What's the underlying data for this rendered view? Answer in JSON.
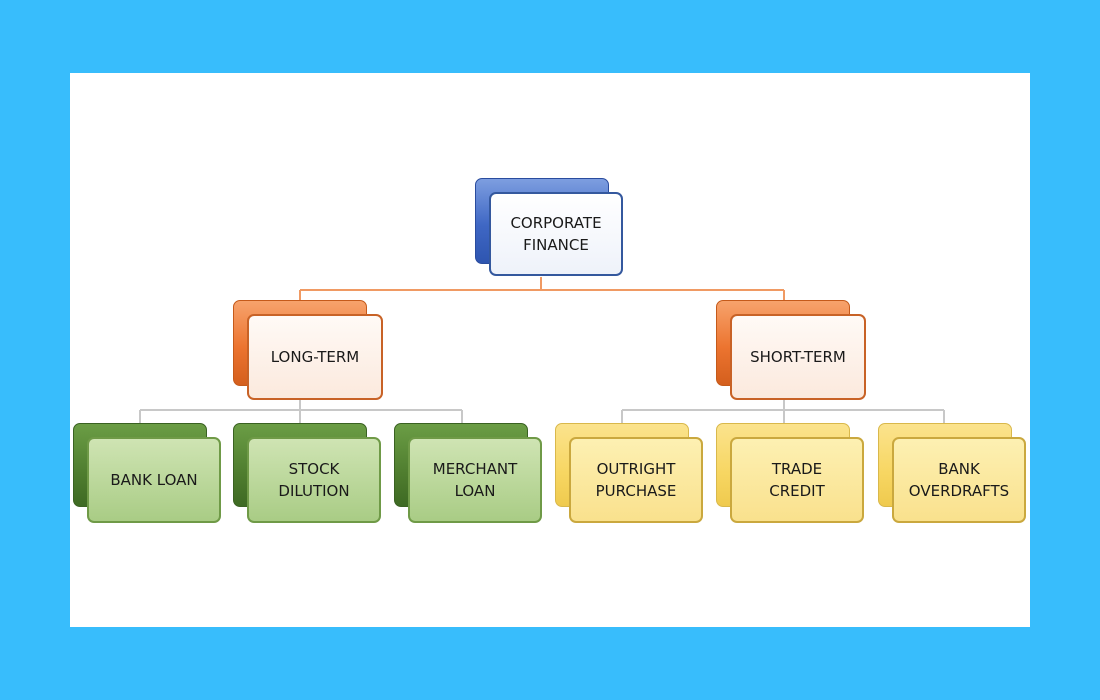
{
  "colors": {
    "background": "#38bdfc",
    "panel": "#ffffff",
    "root": "#3f67c4",
    "level1": "#ec7430",
    "long_term_children": "#4f7d2f",
    "short_term_children": "#f7d662",
    "connector_root": "#f09a63",
    "connector_leaf": "#c8c8c8"
  },
  "diagram": {
    "root": {
      "line1": "CORPORATE",
      "line2": "FINANCE"
    },
    "long_term": {
      "label": "LONG-TERM",
      "children": [
        {
          "line1": "BANK LOAN",
          "line2": ""
        },
        {
          "line1": "STOCK",
          "line2": "DILUTION"
        },
        {
          "line1": "MERCHANT",
          "line2": "LOAN"
        }
      ]
    },
    "short_term": {
      "label": "SHORT-TERM",
      "children": [
        {
          "line1": "OUTRIGHT",
          "line2": "PURCHASE"
        },
        {
          "line1": "TRADE",
          "line2": "CREDIT"
        },
        {
          "line1": "BANK",
          "line2": "OVERDRAFTS"
        }
      ]
    }
  }
}
